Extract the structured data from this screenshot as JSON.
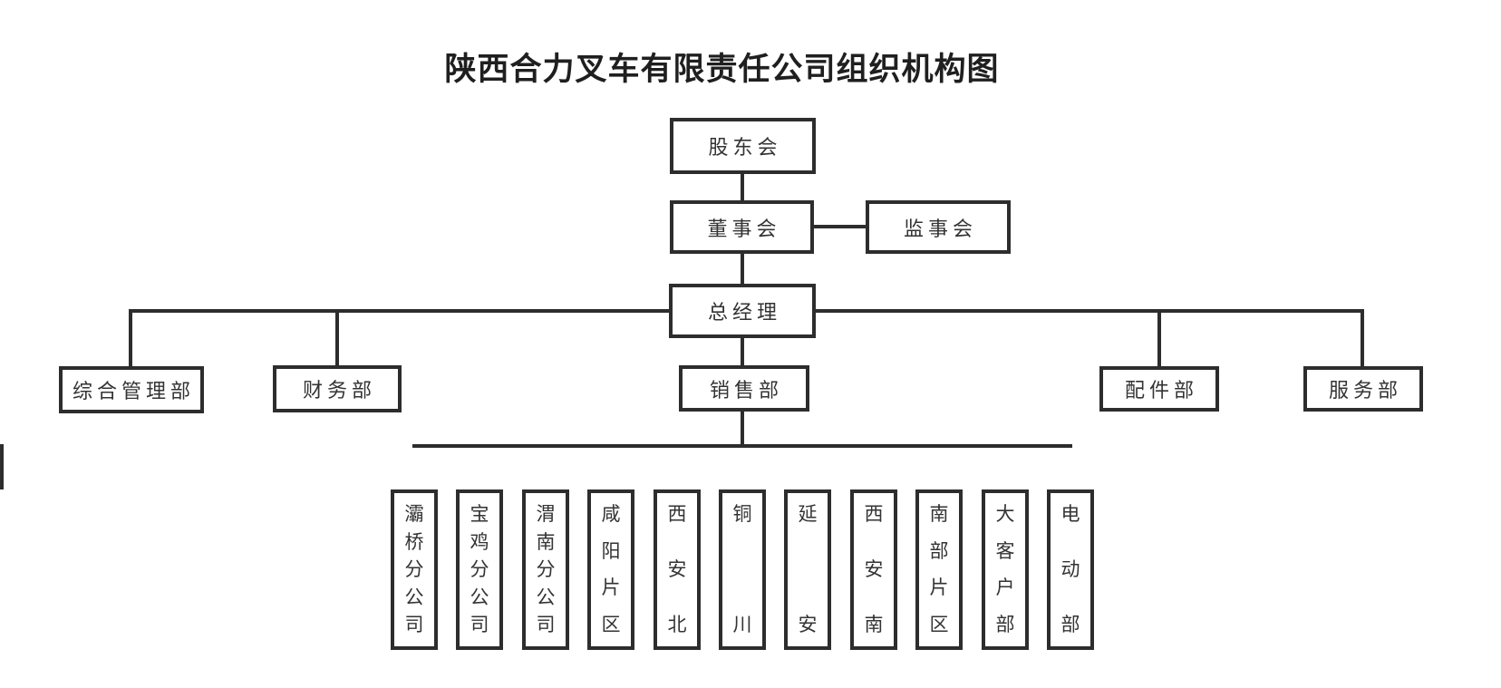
{
  "title": "陕西合力叉车有限责任公司组织机构图",
  "colors": {
    "line": "#2d2d2d",
    "text": "#333333",
    "title_text": "#1f1f1f",
    "background": "#ffffff"
  },
  "org": {
    "shareholders": {
      "label": "股东会"
    },
    "board": {
      "label": "董事会"
    },
    "supervisory": {
      "label": "监事会"
    },
    "general_manager": {
      "label": "总经理"
    },
    "departments": [
      {
        "label": "综合管理部"
      },
      {
        "label": "财务部"
      },
      {
        "label": "销售部"
      },
      {
        "label": "配件部"
      },
      {
        "label": "服务部"
      }
    ],
    "sales_subunits": [
      {
        "label": "灞桥分公司"
      },
      {
        "label": "宝鸡分公司"
      },
      {
        "label": "渭南分公司"
      },
      {
        "label": "咸阳片区"
      },
      {
        "label": "西安北"
      },
      {
        "label": "铜川"
      },
      {
        "label": "延安"
      },
      {
        "label": "西安南"
      },
      {
        "label": "南部片区"
      },
      {
        "label": "大客户部"
      },
      {
        "label": "电动部"
      }
    ]
  }
}
